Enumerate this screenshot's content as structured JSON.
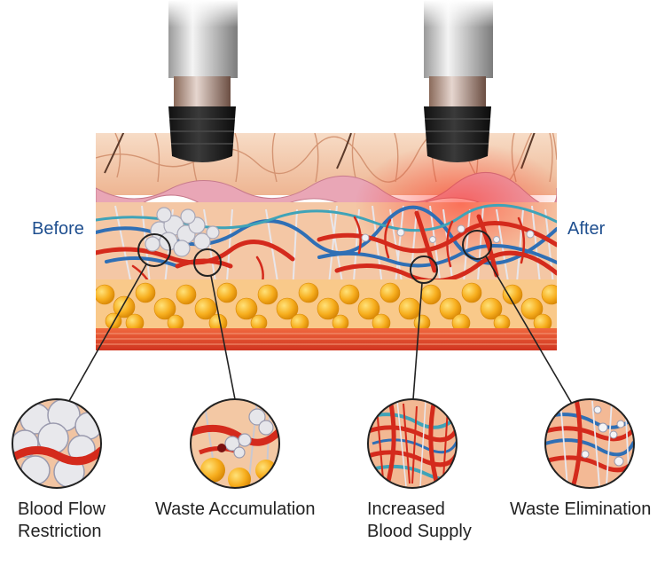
{
  "labels": {
    "before": "Before",
    "after": "After"
  },
  "captions": [
    {
      "lines": [
        "Blood Flow",
        "Restriction"
      ]
    },
    {
      "lines": [
        "Waste Accumulation"
      ]
    },
    {
      "lines": [
        "Increased",
        "Blood Supply"
      ]
    },
    {
      "lines": [
        "Waste Elimination"
      ]
    }
  ],
  "colors": {
    "label_blue": "#1f4f8f",
    "blood_red": "#d42a1c",
    "vein_blue": "#2f6fb5",
    "fat_yellow": "#f6a91c",
    "skin_peach": "#f3c9a8",
    "muscle_red": "#e0452a"
  }
}
